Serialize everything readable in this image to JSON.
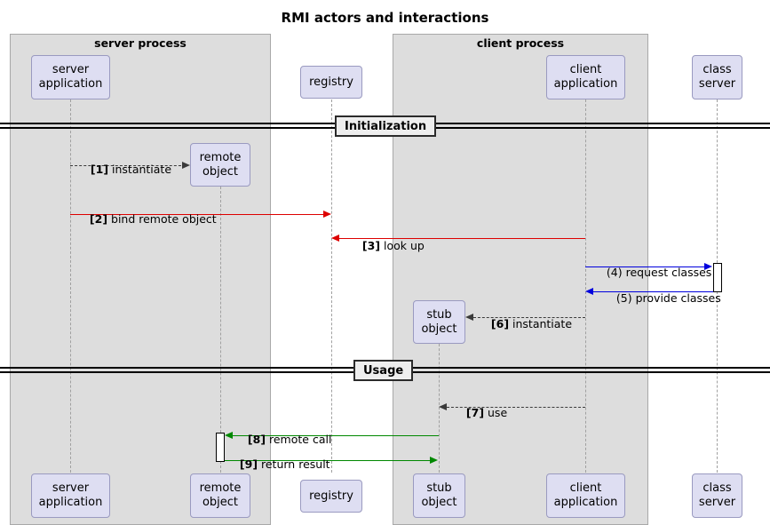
{
  "diagram": {
    "title": "RMI actors and interactions",
    "type": "uml-sequence-diagram"
  },
  "groups": [
    {
      "id": "server-process",
      "label": "server process"
    },
    {
      "id": "client-process",
      "label": "client process"
    }
  ],
  "participants": [
    {
      "id": "server-application",
      "line1": "server",
      "line2": "application",
      "group": "server-process"
    },
    {
      "id": "remote-object",
      "line1": "remote",
      "line2": "object",
      "group": "server-process"
    },
    {
      "id": "registry",
      "line1": "registry",
      "line2": "",
      "group": ""
    },
    {
      "id": "stub-object",
      "line1": "stub",
      "line2": "object",
      "group": "client-process"
    },
    {
      "id": "client-application",
      "line1": "client",
      "line2": "application",
      "group": "client-process"
    },
    {
      "id": "class-server",
      "line1": "class",
      "line2": "server",
      "group": ""
    }
  ],
  "dividers": [
    {
      "id": "initialization",
      "label": "Initialization"
    },
    {
      "id": "usage",
      "label": "Usage"
    }
  ],
  "messages": [
    {
      "num": "[1]",
      "text": " instantiate",
      "from": "server-application",
      "to": "remote-object",
      "style": "dotted",
      "color": "#3A3A3A"
    },
    {
      "num": "[2]",
      "text": " bind remote object",
      "from": "server-application",
      "to": "registry",
      "style": "solid",
      "color": "#DD0000"
    },
    {
      "num": "[3]",
      "text": " look up",
      "from": "client-application",
      "to": "registry",
      "style": "solid",
      "color": "#DD0000"
    },
    {
      "num": "(4)",
      "text": " request classes",
      "from": "client-application",
      "to": "class-server",
      "style": "solid",
      "color": "#0000DD"
    },
    {
      "num": "(5)",
      "text": " provide classes",
      "from": "class-server",
      "to": "client-application",
      "style": "solid",
      "color": "#0000DD"
    },
    {
      "num": "[6]",
      "text": " instantiate",
      "from": "client-application",
      "to": "stub-object",
      "style": "dotted",
      "color": "#3A3A3A"
    },
    {
      "num": "[7]",
      "text": " use",
      "from": "client-application",
      "to": "stub-object",
      "style": "dotted",
      "color": "#3A3A3A"
    },
    {
      "num": "[8]",
      "text": " remote call",
      "from": "stub-object",
      "to": "remote-object",
      "style": "solid",
      "color": "#008800"
    },
    {
      "num": "[9]",
      "text": " return result",
      "from": "remote-object",
      "to": "stub-object",
      "style": "solid",
      "color": "#008800"
    }
  ],
  "colors": {
    "participant_fill": "#DEDEF2",
    "participant_border": "#9A9AC0",
    "group_fill": "#DDDDDD",
    "group_border": "#A8A8A8",
    "lifeline": "#A0A0A0",
    "red": "#DD0000",
    "blue": "#0000DD",
    "green": "#008800",
    "dark": "#3A3A3A"
  }
}
